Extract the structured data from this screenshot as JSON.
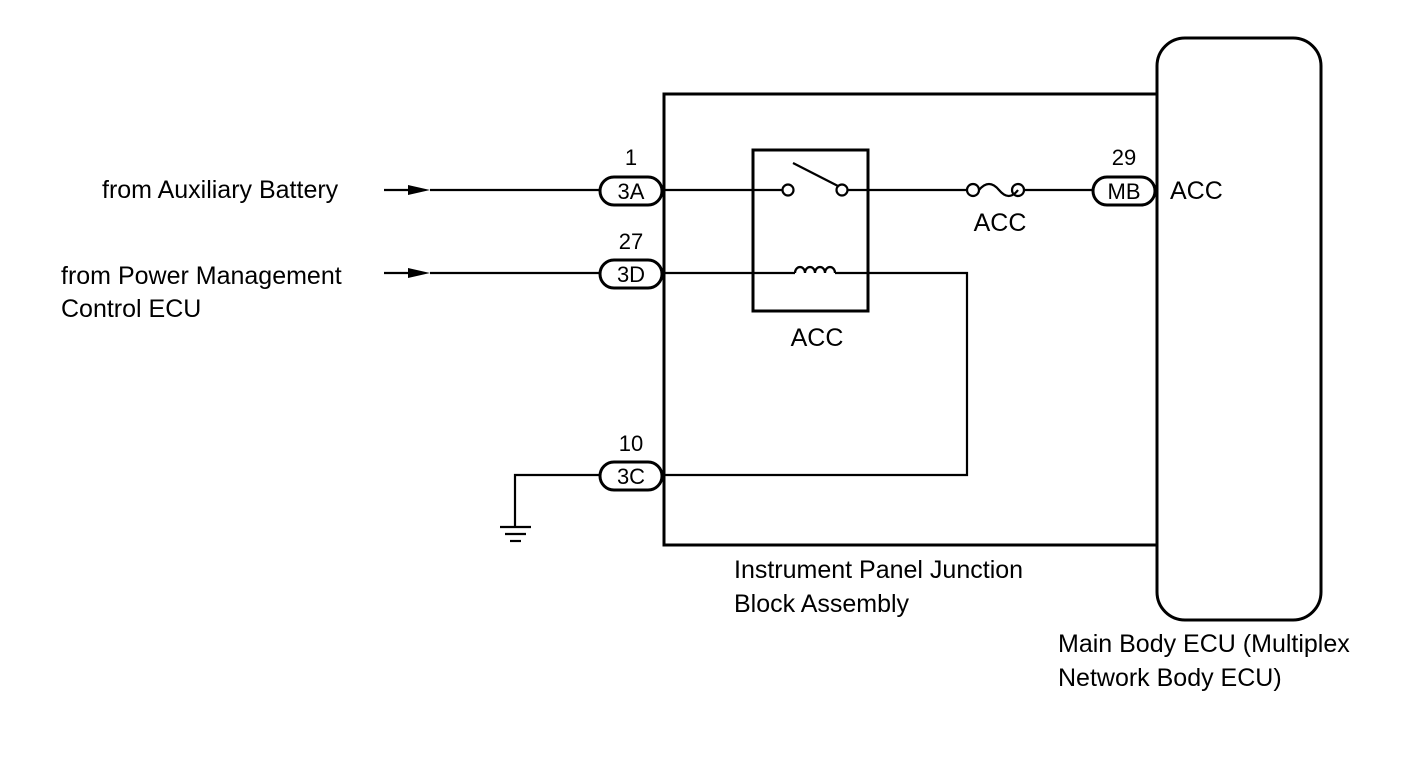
{
  "sources": {
    "aux_battery": "from Auxiliary Battery",
    "power_mgmt_line1": "from Power Management",
    "power_mgmt_line2": "Control ECU"
  },
  "connectors": {
    "c3a": {
      "pin": "1",
      "code": "3A"
    },
    "c3d": {
      "pin": "27",
      "code": "3D"
    },
    "c3c": {
      "pin": "10",
      "code": "3C"
    },
    "mb": {
      "pin": "29",
      "code": "MB"
    }
  },
  "relay": {
    "label": "ACC"
  },
  "fuse": {
    "label": "ACC"
  },
  "ecu_terminal": {
    "label": "ACC"
  },
  "junction_block": {
    "line1": "Instrument Panel Junction",
    "line2": "Block Assembly"
  },
  "main_body_ecu": {
    "line1": "Main Body ECU (Multiplex",
    "line2": "Network Body ECU)"
  }
}
